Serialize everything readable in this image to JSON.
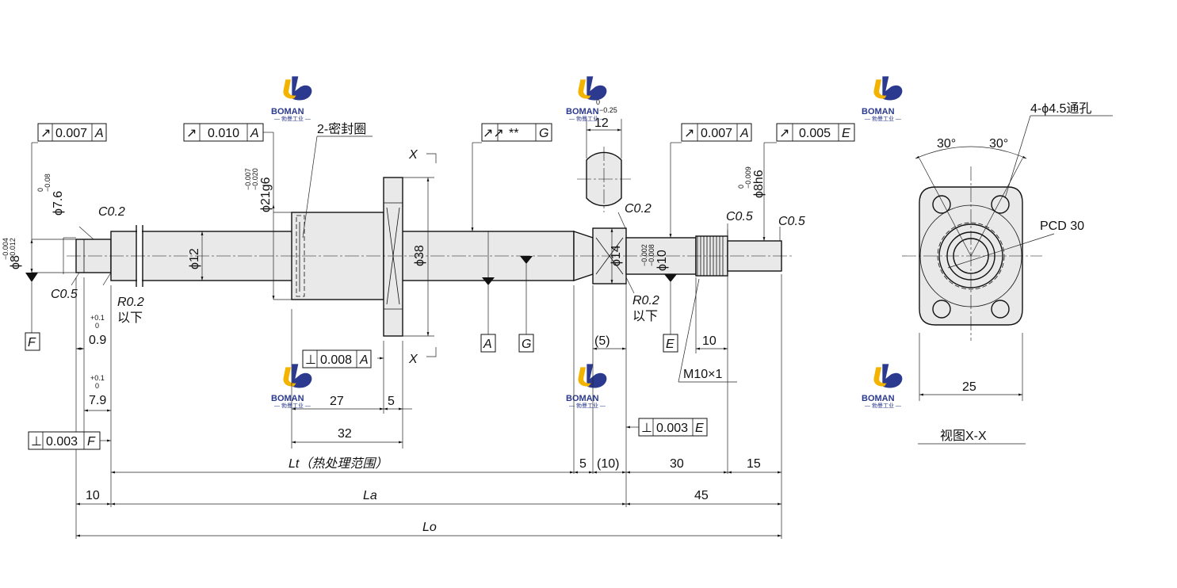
{
  "logo": {
    "brand": "BOMAN",
    "sub": "— 勃曼工业 —"
  },
  "gdt": {
    "runout_left": {
      "symbol": "↗",
      "value": "0.007",
      "datum": "A"
    },
    "runout_nut": {
      "symbol": "↗",
      "value": "0.010",
      "datum": "A"
    },
    "runout_g": {
      "symbol": "↗↗",
      "value": "**",
      "datum": "G"
    },
    "runout_right1": {
      "symbol": "↗",
      "value": "0.007",
      "datum": "A"
    },
    "runout_right2": {
      "symbol": "↗",
      "value": "0.005",
      "datum": "E"
    },
    "perp_flange": {
      "symbol": "⊥",
      "value": "0.008",
      "datum": "A"
    },
    "perp_f": {
      "symbol": "⊥",
      "value": "0.003",
      "datum": "F"
    },
    "perp_e": {
      "symbol": "⊥",
      "value": "0.003",
      "datum": "E"
    }
  },
  "datums": {
    "A": "A",
    "G": "G",
    "E": "E",
    "F": "F"
  },
  "labels": {
    "seal": "2-密封圈",
    "x_top": "X",
    "x_bottom": "X",
    "c02_left": "C0.2",
    "c05_left": "C0.5",
    "r02_left": "R0.2",
    "below_left": "以下",
    "c02_right": "C0.2",
    "r02_right": "R0.2",
    "below_right": "以下",
    "c05_right1": "C0.5",
    "c05_right2": "C0.5",
    "thread": "M10×1",
    "holes": "4-ϕ4.5通孔",
    "pcd": "PCD 30",
    "view": "视图X-X"
  },
  "dims": {
    "d8": "ϕ8",
    "d8_tol_top": "−0.004",
    "d8_tol_bot": "−0.012",
    "d76": "ϕ7.6",
    "d76_tol_top": "0",
    "d76_tol_bot": "−0.08",
    "d12": "ϕ12",
    "d21": "ϕ21g6",
    "d21_tol_top": "−0.007",
    "d21_tol_bot": "−0.020",
    "d38": "ϕ38",
    "d14": "ϕ14",
    "d10": "ϕ10",
    "d10_tol_top": "−0.002",
    "d10_tol_bot": "−0.008",
    "d8h6": "ϕ8h6",
    "d8h6_tol_top": "0",
    "d8h6_tol_bot": "−0.009",
    "w12": "12",
    "w12_tol_top": "0",
    "w12_tol_bot": "−0.25",
    "l09": "0.9",
    "l09_tol_top": "+0.1",
    "l09_tol_bot": "0",
    "l79": "7.9",
    "l79_tol_top": "+0.1",
    "l79_tol_bot": "0",
    "l27": "27",
    "l5": "5",
    "l32": "32",
    "lt": "Lt（热处理范围）",
    "l5b": "5",
    "l10p": "(10)",
    "l30": "30",
    "l15": "15",
    "l10": "10",
    "la": "La",
    "l45": "45",
    "lo": "Lo",
    "l5p": "(5)",
    "l10b": "10",
    "a30l": "30°",
    "a30r": "30°",
    "w25": "25"
  }
}
